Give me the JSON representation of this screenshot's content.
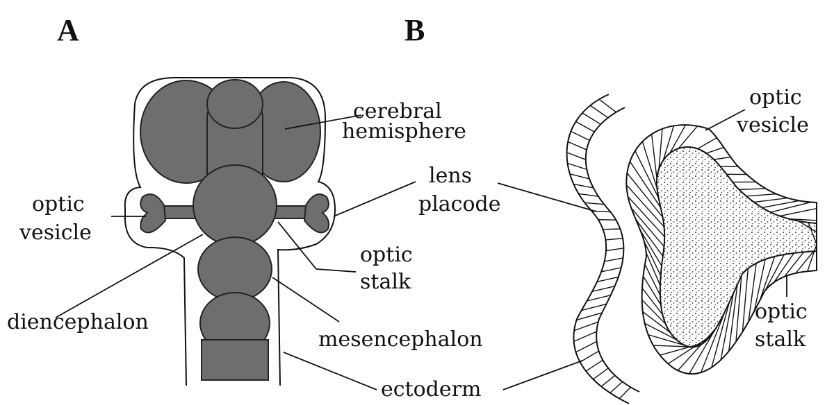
{
  "panels": {
    "a": "A",
    "b": "B"
  },
  "labels": {
    "cerebral_hemisphere": [
      "cerebral",
      "hemisphere"
    ],
    "lens_placode": [
      "lens",
      "placode"
    ],
    "optic_vesicle_a": [
      "optic",
      "vesicle"
    ],
    "optic_stalk_a": [
      "optic",
      "stalk"
    ],
    "diencephalon": "diencephalon",
    "mesencephalon": "mesencephalon",
    "ectoderm": "ectoderm",
    "optic_vesicle_b": [
      "optic",
      "vesicle"
    ],
    "optic_stalk_b": [
      "optic",
      "stalk"
    ]
  }
}
